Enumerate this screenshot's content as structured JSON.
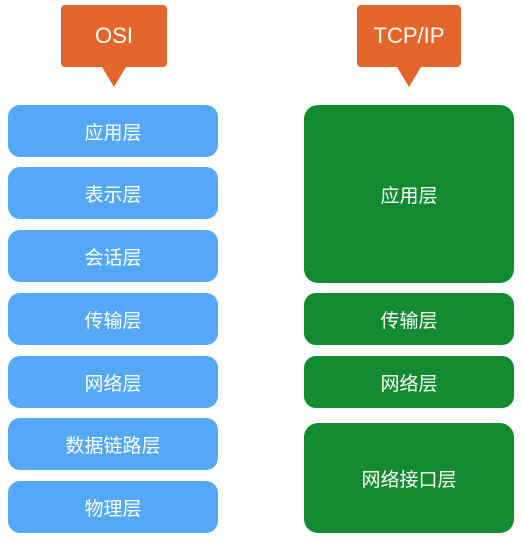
{
  "osi": {
    "label": "OSI",
    "layers": [
      "应用层",
      "表示层",
      "会话层",
      "传输层",
      "网络层",
      "数据链路层",
      "物理层"
    ]
  },
  "tcpip": {
    "label": "TCP/IP",
    "layers": [
      "应用层",
      "传输层",
      "网络层",
      "网络接口层"
    ]
  },
  "colors": {
    "callout": "#e5662b",
    "osi_layer": "#55a7f7",
    "tcpip_layer": "#128a30"
  }
}
